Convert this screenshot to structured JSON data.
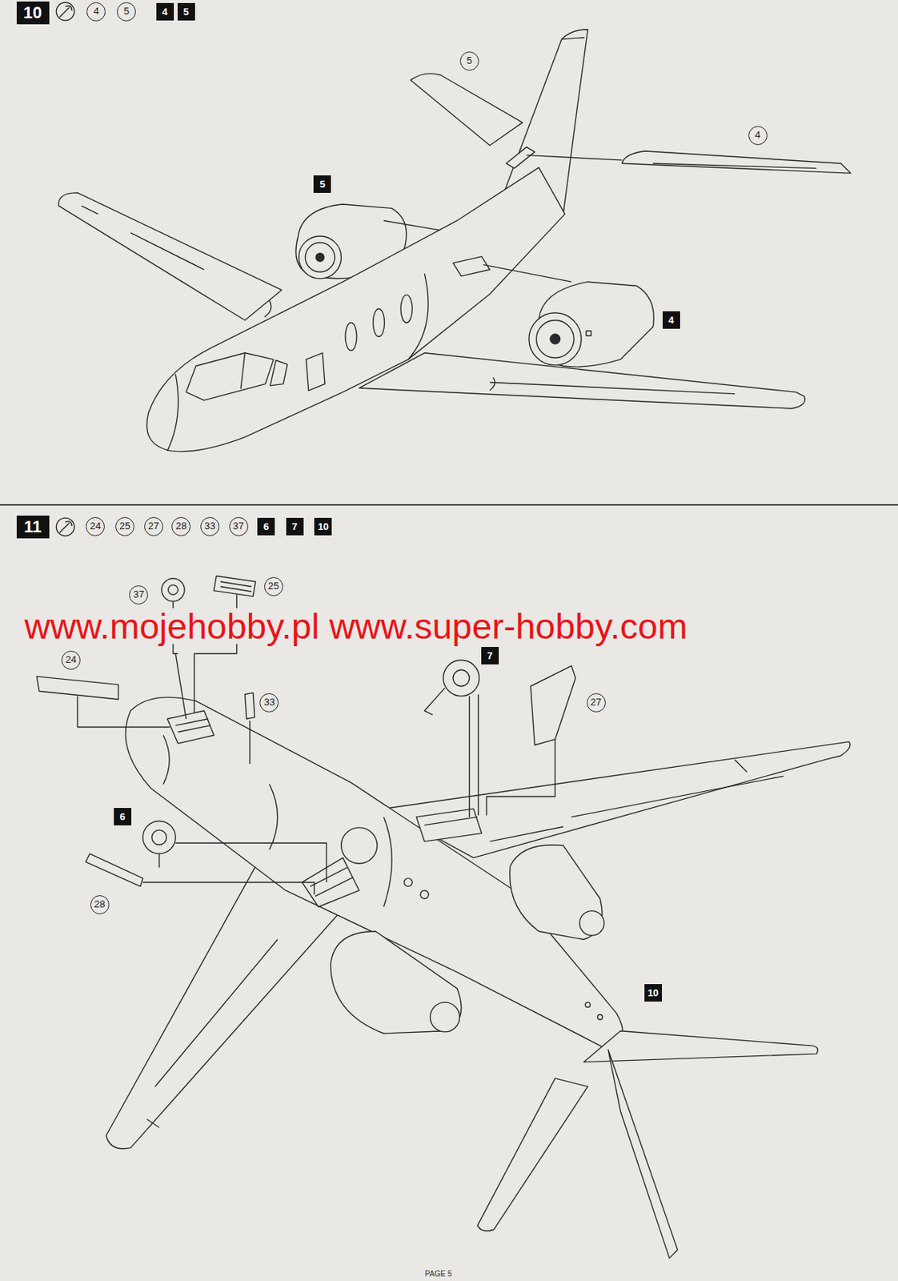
{
  "diagram": {
    "labels": [
      "10",
      "4",
      "5",
      "4",
      "5",
      "5",
      "4",
      "5",
      "4",
      "11",
      "24",
      "25",
      "27",
      "28",
      "33",
      "37",
      "6",
      "7",
      "10",
      "37",
      "25",
      "24",
      "7",
      "33",
      "27",
      "6",
      "28",
      "10",
      "www.mojehobby.pl www.super-hobby.com",
      "PAGE 5"
    ]
  }
}
